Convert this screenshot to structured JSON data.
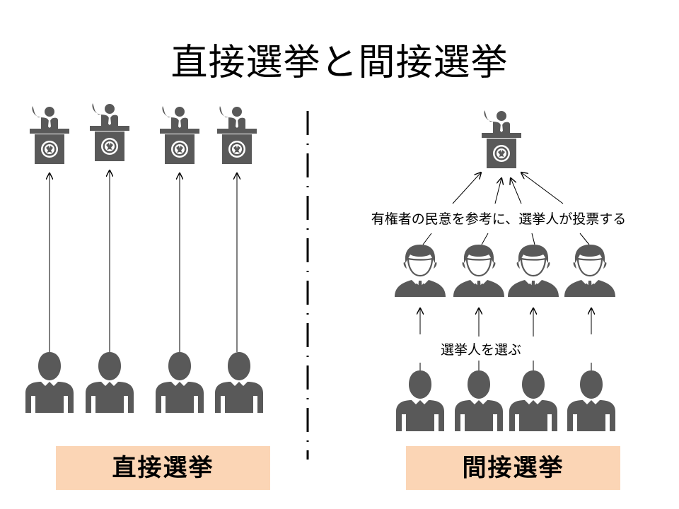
{
  "title": "直接選挙と間接選挙",
  "direct": {
    "label": "直接選挙"
  },
  "indirect": {
    "label": "間接選挙",
    "electors_vote_caption": "有権者の民意を参考に、選挙人が投票する",
    "voters_choose_caption": "選挙人を選ぶ"
  },
  "colors": {
    "icon": "#5a5a5a",
    "label_fill": "#fbd5b5",
    "arrow": "#000000",
    "divider": "#000000"
  },
  "icons": {
    "speaker": "speaker-at-podium-icon",
    "elector": "businessman-icon",
    "voter": "person-icon"
  }
}
